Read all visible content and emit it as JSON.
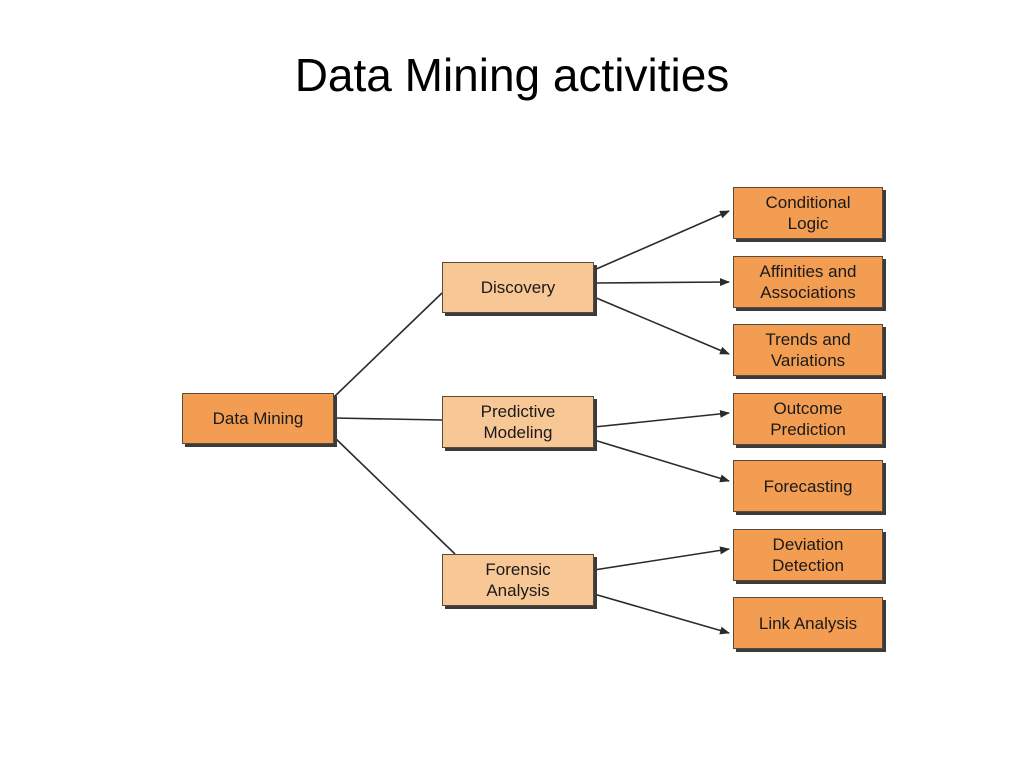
{
  "title": "Data Mining activities",
  "diagram": {
    "root": "Data Mining",
    "categories": [
      {
        "label": "Discovery"
      },
      {
        "label": "Predictive\nModeling"
      },
      {
        "label": "Forensic\nAnalysis"
      }
    ],
    "leaves": [
      {
        "label": "Conditional\nLogic"
      },
      {
        "label": "Affinities and\nAssociations"
      },
      {
        "label": "Trends and\nVariations"
      },
      {
        "label": "Outcome\nPrediction"
      },
      {
        "label": "Forecasting"
      },
      {
        "label": "Deviation\nDetection"
      },
      {
        "label": "Link Analysis"
      }
    ]
  },
  "colors": {
    "root_fill": "#f39d52",
    "category_fill": "#f8c796",
    "leaf_fill": "#f39d52",
    "connector": "#2b2b2b"
  }
}
